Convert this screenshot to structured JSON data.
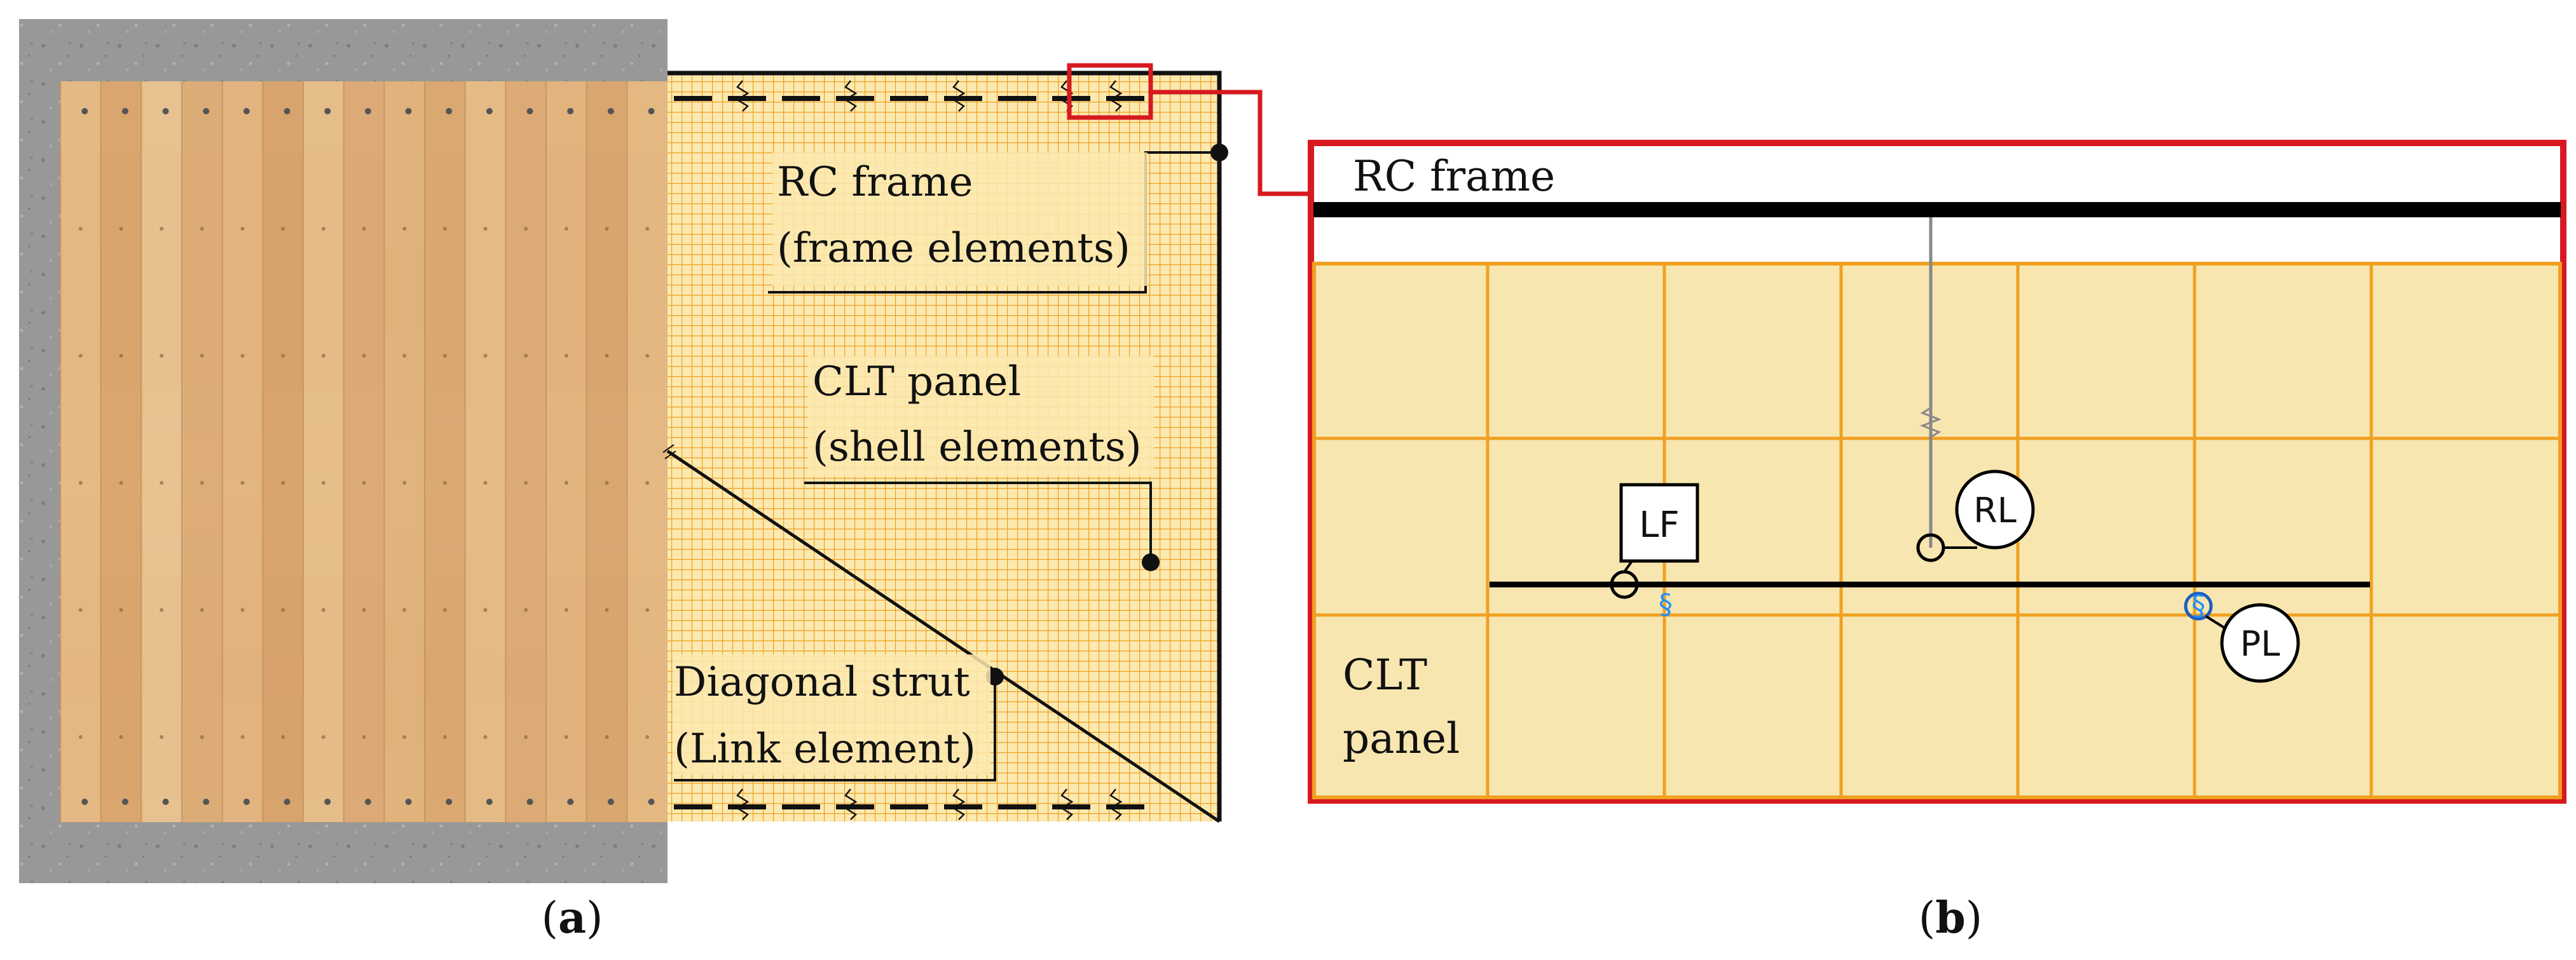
{
  "panel_a": {
    "labels": {
      "rc_frame_line1": "RC frame",
      "rc_frame_line2": "(frame elements)",
      "clt_panel_line1": "CLT panel",
      "clt_panel_line2": "(shell elements)",
      "strut_line1": "Diagonal strut",
      "strut_line2": "(Link element)"
    },
    "caption_letter": "a"
  },
  "panel_b": {
    "labels": {
      "rc_frame": "RC frame",
      "clt_line1": "CLT",
      "clt_line2": "panel",
      "lf": "LF",
      "rl": "RL",
      "pl": "PL"
    },
    "caption_letter": "b"
  },
  "colors": {
    "highlight": "#d71920",
    "grid_line": "#f0a020",
    "panel_fill": "#fbe9b0",
    "zoom_fill": "#f8e6b0",
    "connector": "#1e90ff"
  }
}
